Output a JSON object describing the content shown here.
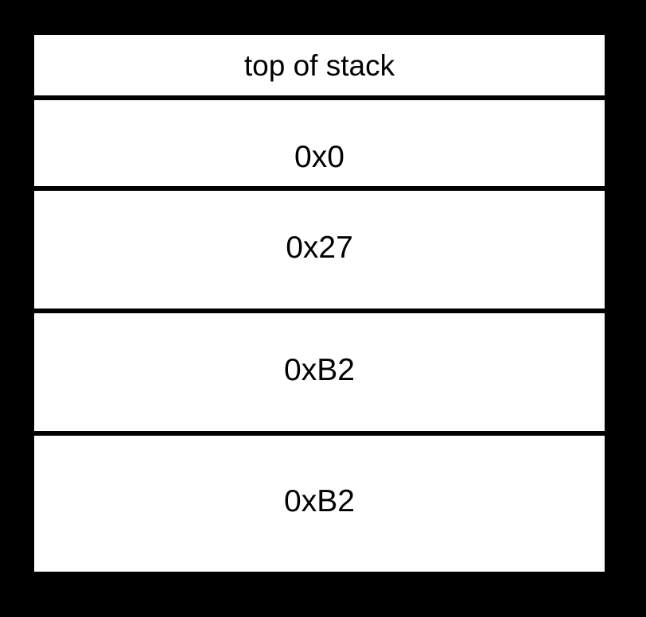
{
  "figure": {
    "title": "stack diagram",
    "background_color": "#000000",
    "cell_background_color": "#ffffff",
    "border_color": "#000000",
    "text_color": "#000000",
    "orientation": "vertical",
    "cells": [
      {
        "label": "top of stack",
        "kind": "annotation"
      },
      {
        "label": "0x0",
        "kind": "value"
      },
      {
        "label": "0x27",
        "kind": "value"
      },
      {
        "label": "0xB2",
        "kind": "value"
      },
      {
        "label": "0xB2",
        "kind": "value"
      }
    ]
  }
}
